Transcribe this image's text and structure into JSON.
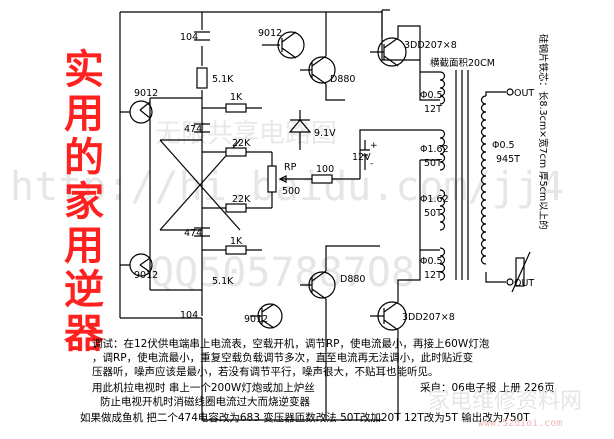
{
  "title_chars": [
    "实",
    "用",
    "的",
    "家",
    "用",
    "逆",
    "器"
  ],
  "watermarks": {
    "line1": "无限共享电路图",
    "line2": "http://hi.baidu.com/jj4",
    "line3": "QQ5057887O8",
    "corner": "家电维修资料网",
    "corner_url": "www.52dioi.com"
  },
  "labels": {
    "c_top": "104",
    "q_top": "9012",
    "q_power_top": "3DD207×8",
    "r_top": "5.1K",
    "q_driver_top": "D880",
    "cross_section": "横截面积20CM",
    "core_note": "硅钢片铁芯：长8.3cm×宽7cm 厚5cm以上的",
    "q_left_top": "9012",
    "r_1k_top": "1K",
    "c_474_top": "474",
    "zener": "9.1V",
    "r_22k_top": "22K",
    "vcc": "12V",
    "rp": "RP",
    "rp_val": "500",
    "r_100": "100",
    "coil_top_sec": "Φ0.5",
    "coil_top_sec_turns": "12T",
    "coil_mid_top": "Φ1.62",
    "coil_mid_top_turns": "50T",
    "coil_mid_bot": "Φ1.62",
    "coil_mid_bot_turns": "50T",
    "coil_bot_sec": "Φ0.5",
    "coil_bot_sec_turns": "12T",
    "out_coil": "Φ0.5",
    "out_coil_turns": "945T",
    "out_top": "OUT",
    "out_bot": "OUT",
    "r_22k_bot": "22K",
    "c_474_bot": "474",
    "r_1k_bot": "1K",
    "q_left_bot": "9012",
    "q_driver_bot": "D880",
    "r_bot": "5.1K",
    "c_bot": "104",
    "q_bot": "9012",
    "q_power_bot": "3DD207×8",
    "plus": "+",
    "minus": "-"
  },
  "notes": {
    "l1": "调试：在12伏供电端串上电流表，空载开机，调节RP，使电流最小，再接上60W灯泡",
    "l2": "，调RP，使电流最小，重复空载负载调节多次，直至电流再无法调小，此时贴近变",
    "l3": "压器听，噪声应该是最小，若没有调节平行，噪声很大，不贴耳也能听见。",
    "l4": "用此机拉电视时  串上一个200W灯炮或加上炉丝",
    "l4b": "采自：06电子报  上册  226页",
    "l5": "防止电视开机时消磁线圈电流过大而烧逆变器",
    "l6": "如果做成鱼机  把二个474电容改为683  变压器匝数改法  50T改加20T  12T改为5T  输出改为750T"
  }
}
